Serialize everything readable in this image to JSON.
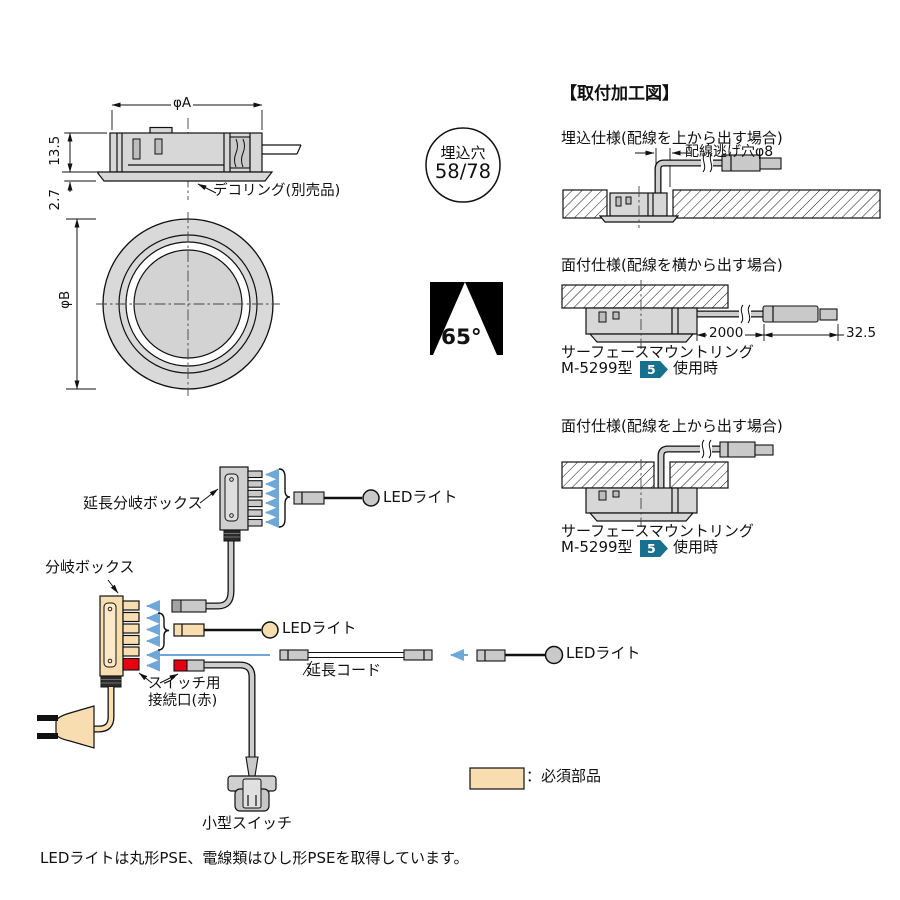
{
  "drawing": {
    "phi_a": "φA",
    "phi_b": "φB",
    "dim_height": "13.5",
    "dim_flange": "2.7",
    "deco_ring_label": "デコリング(別売品)",
    "hole_badge_line1": "埋込穴",
    "hole_badge_line2": "58/78",
    "beam_angle": "65°"
  },
  "mounting": {
    "title": "【取付加工図】",
    "recessed": {
      "heading": "埋込仕様(配線を上から出す場合)",
      "hole_note": "配線逃げ穴φ8"
    },
    "surface_side": {
      "heading": "面付仕様(配線を横から出す場合)",
      "cable_length": "2000",
      "plug_length": "32.5",
      "ring_line1": "サーフェースマウントリング",
      "ring_model": "M-5299型",
      "ring_page": "5",
      "ring_suffix": "使用時"
    },
    "surface_top": {
      "heading": "面付仕様(配線を上から出す場合)",
      "ring_line1": "サーフェースマウントリング",
      "ring_model": "M-5299型",
      "ring_page": "5",
      "ring_suffix": "使用時"
    }
  },
  "wiring": {
    "extension_branch_box": "延長分岐ボックス",
    "branch_box": "分岐ボックス",
    "led_light": "LEDライト",
    "extension_cord": "延長コード",
    "switch_port_line1": "スイッチ用",
    "switch_port_line2": "接続口(赤)",
    "small_switch": "小型スイッチ",
    "legend_required": "：必須部品"
  },
  "footnote": "LEDライトは丸形PSE、電線類はひし形PSEを取得しています。",
  "colors": {
    "required_beige": "#f7ddb0",
    "optional_gray": "#cfcfcf",
    "arrow_blue": "#6fa8d8",
    "port_red": "#e60012",
    "badge_teal": "#17708e"
  }
}
